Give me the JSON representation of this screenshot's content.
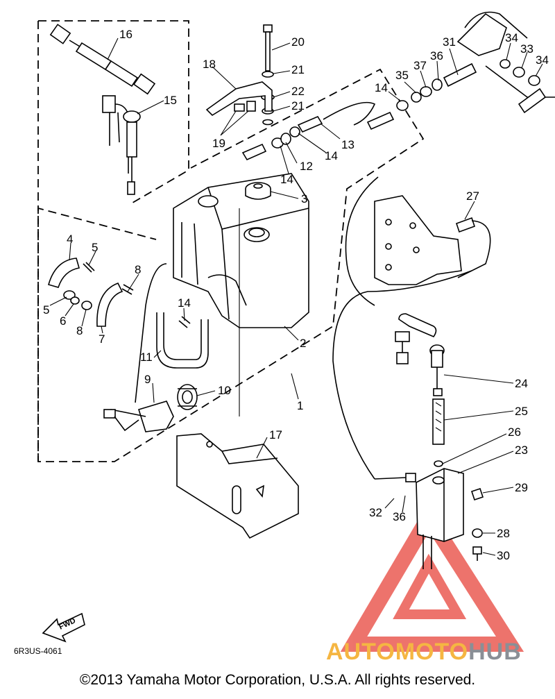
{
  "diagram": {
    "callouts": [
      "16",
      "15",
      "20",
      "21",
      "18",
      "22",
      "21",
      "19",
      "14",
      "12",
      "13",
      "14",
      "31",
      "34",
      "33",
      "34",
      "35",
      "37",
      "36",
      "14",
      "3",
      "4",
      "5",
      "5",
      "6",
      "8",
      "8",
      "7",
      "14",
      "11",
      "2",
      "9",
      "10",
      "1",
      "17",
      "27",
      "24",
      "25",
      "26",
      "23",
      "29",
      "28",
      "30",
      "32",
      "36"
    ],
    "fwd_label": "FWD",
    "part_code": "6R3US-4061"
  },
  "watermark": {
    "part1": "AUTO",
    "part2": "MOTO",
    "part3": "HUB",
    "colors": {
      "orange": "#f5b642",
      "gray": "#8a8f96",
      "red": "#e8453c"
    }
  },
  "footer": {
    "copyright": "©2013 Yamaha Motor Corporation, U.S.A. All rights reserved."
  }
}
